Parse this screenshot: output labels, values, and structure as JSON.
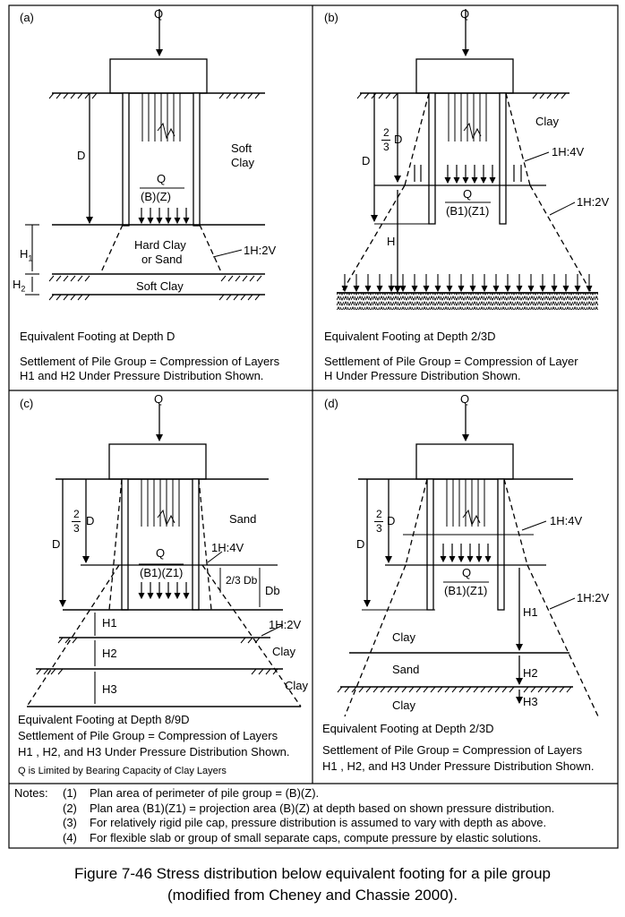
{
  "panels": {
    "a": {
      "tag": "(a)",
      "load": "Q",
      "depth": "D",
      "soil_top_1": "Soft",
      "soil_top_2": "Clay",
      "pressure_num": "Q",
      "pressure_den": "(B)(Z)",
      "h1": "H",
      "h1_sub": "1",
      "h2": "H",
      "h2_sub": "2",
      "layer_mid_1": "Hard Clay",
      "layer_mid_2": "or Sand",
      "slope": "1H:2V",
      "layer_bottom": "Soft Clay",
      "title": "Equivalent Footing at Depth D",
      "desc_line1": "Settlement of Pile Group = Compression of Layers",
      "desc_line2": "H1 and H2 Under Pressure Distribution Shown."
    },
    "b": {
      "tag": "(b)",
      "load": "Q",
      "soil": "Clay",
      "frac_num": "2",
      "frac_den": "3",
      "frac_var": "D",
      "depth": "D",
      "slope_upper": "1H:4V",
      "slope_lower": "1H:2V",
      "pressure_num": "Q",
      "pressure_den": "(B1)(Z1)",
      "h": "H",
      "title": "Equivalent Footing at Depth 2/3D",
      "desc_line1": "Settlement of Pile Group = Compression of Layer",
      "desc_line2": "H Under Pressure Distribution Shown."
    },
    "c": {
      "tag": "(c)",
      "load": "Q",
      "frac_num": "2",
      "frac_den": "3",
      "frac_var": "D",
      "depth": "D",
      "soil_top": "Sand",
      "pressure_num": "Q",
      "pressure_den": "(B1)(Z1)",
      "slope_upper": "1H:4V",
      "db_frac": "2/3 Db",
      "db": "Db",
      "h1": "H1",
      "h2": "H2",
      "h3": "H3",
      "slope_lower": "1H:2V",
      "clay_1": "Clay",
      "clay_2": "Clay",
      "title": "Equivalent Footing at Depth 8/9D",
      "desc_line1": "Settlement of Pile Group = Compression of Layers",
      "desc_line2": "H1 , H2, and H3 Under Pressure Distribution Shown.",
      "desc_line3": "Q is Limited by Bearing Capacity of Clay Layers"
    },
    "d": {
      "tag": "(d)",
      "load": "Q",
      "frac_num": "2",
      "frac_den": "3",
      "frac_var": "D",
      "depth": "D",
      "slope_upper": "1H:4V",
      "pressure_num": "Q",
      "pressure_den": "(B1)(Z1)",
      "slope_lower": "1H:2V",
      "h1": "H1",
      "h2": "H2",
      "h3": "H3",
      "clay_1": "Clay",
      "sand": "Sand",
      "clay_2": "Clay",
      "title": "Equivalent Footing at Depth 2/3D",
      "desc_line1": "Settlement of Pile Group = Compression of Layers",
      "desc_line2": "H1 , H2, and H3 Under Pressure Distribution Shown."
    }
  },
  "notes": {
    "label": "Notes:",
    "items": [
      {
        "num": "(1)",
        "text": "Plan area of perimeter of pile group = (B)(Z)."
      },
      {
        "num": "(2)",
        "text": "Plan area (B1)(Z1) = projection area (B)(Z) at depth based on shown pressure distribution."
      },
      {
        "num": "(3)",
        "text": "For relatively rigid pile cap, pressure distribution is assumed to vary with depth as above."
      },
      {
        "num": "(4)",
        "text": "For flexible slab or group of small separate caps, compute pressure by elastic solutions."
      }
    ]
  },
  "caption": {
    "line1": "Figure 7-46   Stress distribution below equivalent footing for a pile group",
    "line2": "(modified from Cheney and Chassie 2000)."
  }
}
